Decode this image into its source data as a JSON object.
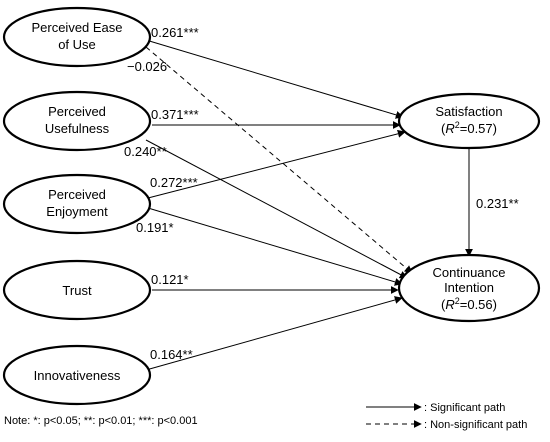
{
  "nodes": {
    "peou": {
      "lines": [
        "Perceived Ease",
        "of Use"
      ]
    },
    "pu": {
      "lines": [
        "Perceived",
        "Usefulness"
      ]
    },
    "pe": {
      "lines": [
        "Perceived",
        "Enjoyment"
      ]
    },
    "trust": {
      "lines": [
        "Trust"
      ]
    },
    "innov": {
      "lines": [
        "Innovativeness"
      ]
    },
    "sat": {
      "title": "Satisfaction",
      "r2": "=0.57"
    },
    "ci": {
      "title1": "Continuance",
      "title2": "Intention",
      "r2": "=0.56"
    }
  },
  "paths": {
    "peou_sat": {
      "coef": "0.261***",
      "significant": true
    },
    "peou_ci": {
      "coef": "−0.026",
      "significant": false
    },
    "pu_sat": {
      "coef": "0.371***",
      "significant": true
    },
    "pu_ci": {
      "coef": "0.240**",
      "significant": true
    },
    "pe_sat": {
      "coef": "0.272***",
      "significant": true
    },
    "pe_ci": {
      "coef": "0.191*",
      "significant": true
    },
    "trust_ci": {
      "coef": "0.121*",
      "significant": true
    },
    "innov_ci": {
      "coef": "0.164**",
      "significant": true
    },
    "sat_ci": {
      "coef": "0.231**",
      "significant": true
    }
  },
  "legend": {
    "significant": ": Significant path",
    "nonsignificant": ": Non-significant path"
  },
  "note": "Note: *: p<0.05; **: p<0.01; ***: p<0.001"
}
